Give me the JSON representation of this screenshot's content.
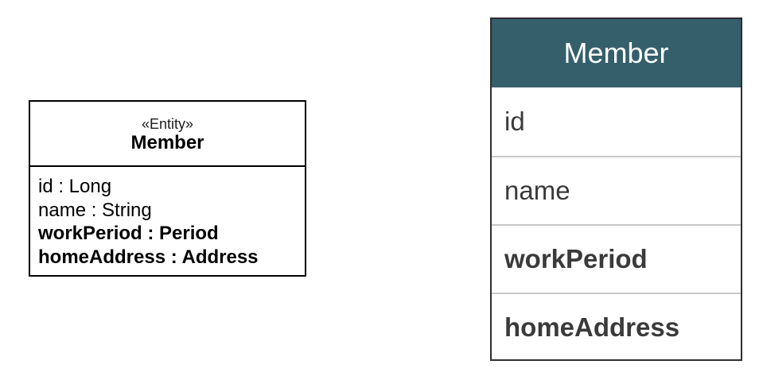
{
  "uml_class": {
    "stereotype": "«Entity»",
    "name": "Member",
    "attributes": [
      {
        "text": "id : Long",
        "bold": false
      },
      {
        "text": "name : String",
        "bold": false
      },
      {
        "text": "workPeriod : Period",
        "bold": true
      },
      {
        "text": "homeAddress : Address",
        "bold": true
      }
    ]
  },
  "table": {
    "title": "Member",
    "header_color": "#355f6b",
    "rows": [
      {
        "label": "id",
        "bold": false
      },
      {
        "label": "name",
        "bold": false
      },
      {
        "label": "workPeriod",
        "bold": true
      },
      {
        "label": "homeAddress",
        "bold": true
      }
    ]
  }
}
